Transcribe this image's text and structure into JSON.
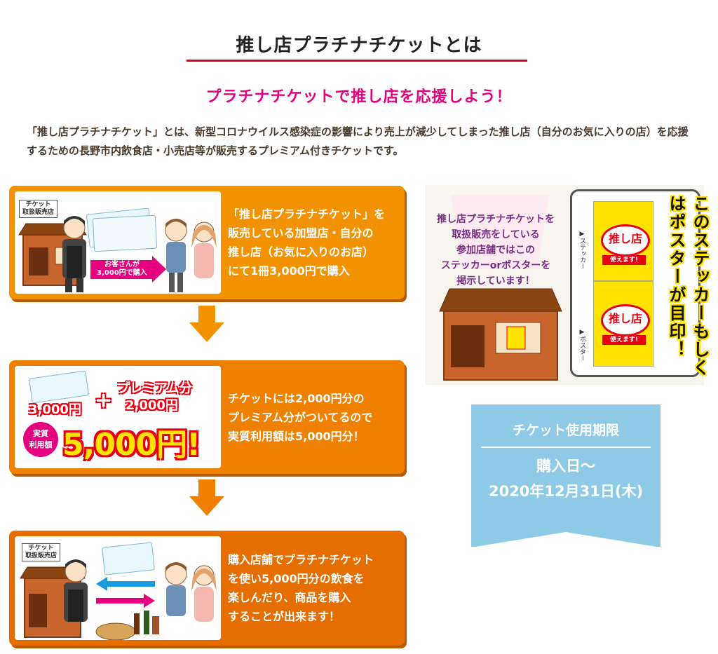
{
  "title": "推し店プラチナチケットとは",
  "subtitle": "プラチナチケットで推し店を応援しよう！",
  "intro": "「推し店プラチナチケット」とは、新型コロナウイルス感染症の影響により売上が減少してしまった推し店（自分のお気に入りの店）を応援するための長野市内飲食店・小売店等が販売するプレミアム付きチケットです。",
  "steps": [
    {
      "sign": "チケット\n取扱販売店",
      "arrow_label": "お客さんが\n3,000円で購入",
      "text": "「推し店プラチナチケット」を\n販売している加盟店・自分の\n推し店（お気に入りのお店）\nにて1冊3,000円で購入"
    },
    {
      "price_base": "3,000円",
      "plus": "+",
      "premium_label": "プレミアム分",
      "premium_amount": "2,000円",
      "real_label": "実質\n利用額",
      "real_amount": "5,000円!",
      "text": "チケットには2,000円分の\nプレミアム分がついてるので\n実質利用額は5,000円分！"
    },
    {
      "sign": "チケット\n取扱販売店",
      "text": "購入店舗でプラチナチケット\nを使い5,000円分の飲食を\n楽しんだり、商品を購入\nすることが出来ます！"
    }
  ],
  "poster": {
    "text": "推し店プラチナチケットを\n取扱販売をしている\n参加店舗ではこの\nステッカーorポスターを\n掲示しています！",
    "sticker_label": "▶ステッカー",
    "poster_label": "▶ポスター",
    "poster_main": "推し店",
    "poster_use": "使えます!",
    "vertical_text": "このステッカーもしくはポスターが目印！"
  },
  "period": {
    "heading": "チケット使用期限",
    "line1": "購入日〜",
    "line2": "2020年12月31日(木)"
  },
  "colors": {
    "accent_red": "#d0021b",
    "pink": "#e4007f",
    "orange": "#f39200",
    "period_blue": "#8ecae6"
  }
}
